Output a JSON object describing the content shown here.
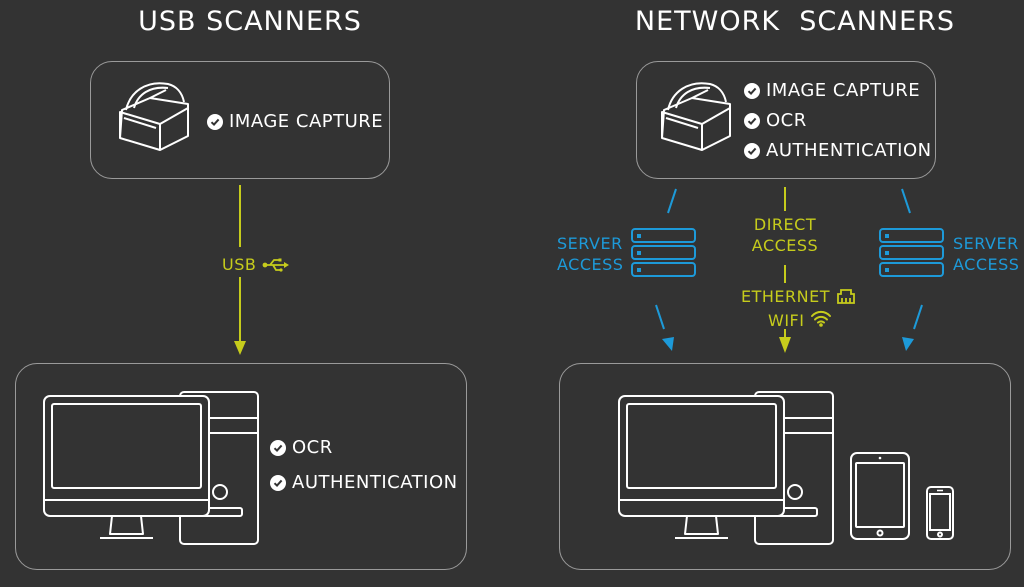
{
  "usb": {
    "title": "USB SCANNERS",
    "scanner_features": [
      "IMAGE CAPTURE"
    ],
    "computer_features": [
      "OCR",
      "AUTHENTICATION"
    ],
    "connection_label": "USB"
  },
  "network": {
    "title": "NETWORK  SCANNERS",
    "scanner_features": [
      "IMAGE CAPTURE",
      "OCR",
      "AUTHENTICATION"
    ],
    "server_left": [
      "SERVER",
      "ACCESS"
    ],
    "server_right": [
      "SERVER",
      "ACCESS"
    ],
    "direct": [
      "DIRECT",
      "ACCESS"
    ],
    "ethernet": "ETHERNET",
    "wifi": "WIFI"
  },
  "colors": {
    "background": "#333333",
    "usb_yellow": "#c6cc1c",
    "server_blue": "#1d9ad9",
    "outline": "#9a9a9a"
  },
  "icons": [
    "scanner-icon",
    "check-circle-icon",
    "usb-icon",
    "server-icon",
    "ethernet-icon",
    "wifi-icon",
    "desktop-computer-icon",
    "tablet-icon",
    "phone-icon"
  ]
}
